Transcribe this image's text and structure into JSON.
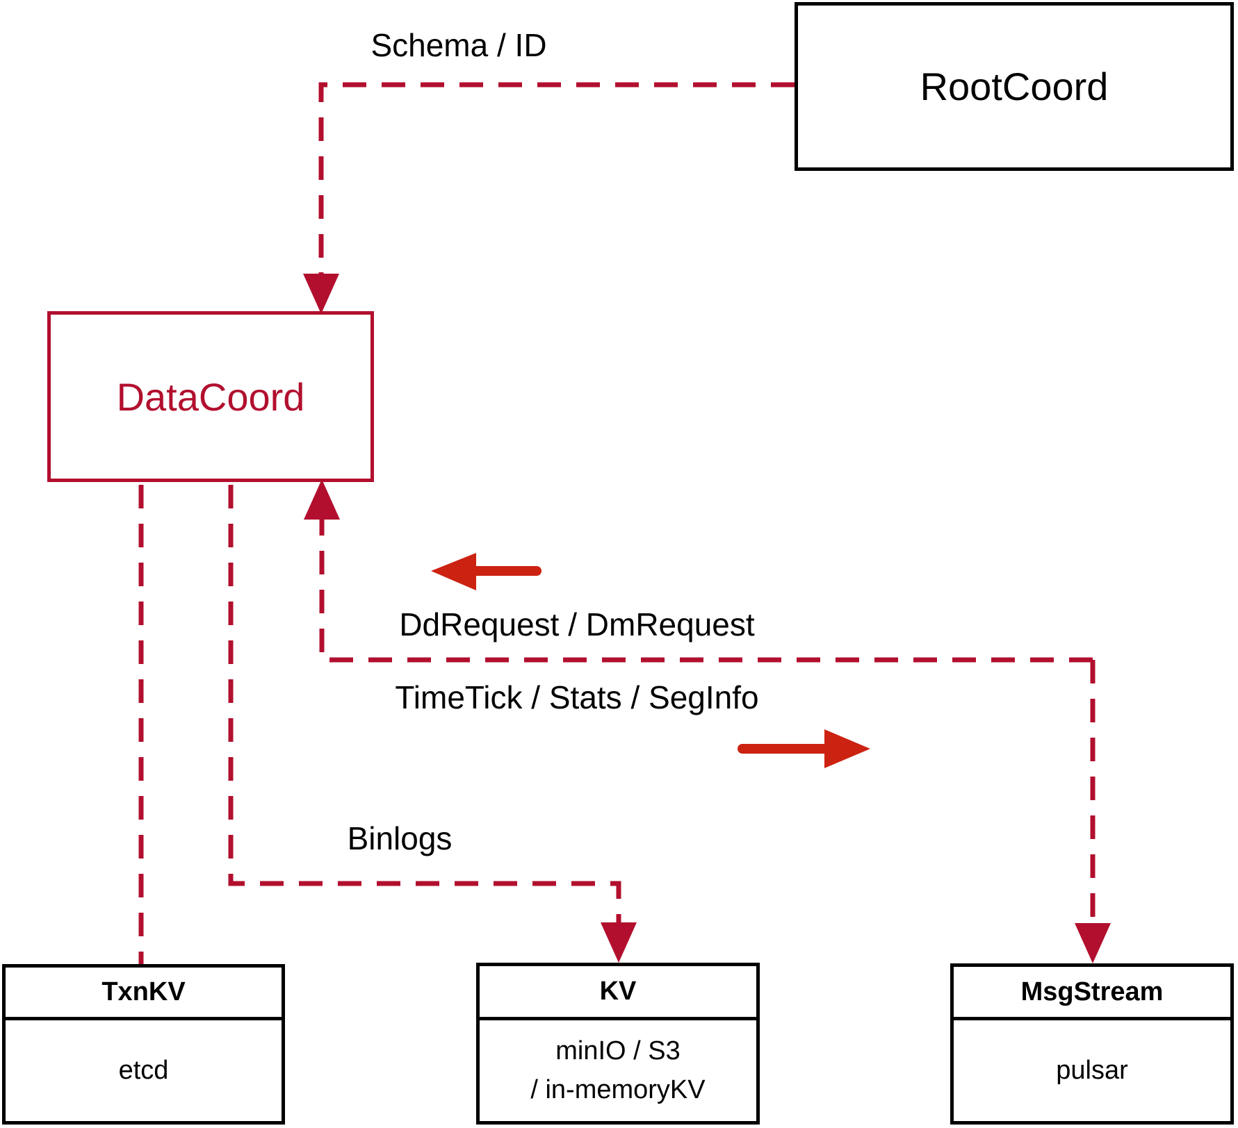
{
  "diagram": {
    "title": "DataCoord component dependency diagram",
    "colors": {
      "accent_red": "#B20F2E",
      "arrow_red": "#CC2211",
      "node_black": "#000000",
      "background": "#FFFFFF"
    },
    "nodes": [
      {
        "id": "rootcoord",
        "label": "RootCoord",
        "style": "black-box"
      },
      {
        "id": "datacoord",
        "label": "DataCoord",
        "style": "red-box"
      },
      {
        "id": "txnkv",
        "label": "TxnKV",
        "detail": "etcd",
        "style": "two-compartment"
      },
      {
        "id": "kv",
        "label": "KV",
        "detail_line1": "minIO / S3",
        "detail_line2": "/ in-memoryKV",
        "style": "two-compartment"
      },
      {
        "id": "msgstream",
        "label": "MsgStream",
        "detail": "pulsar",
        "style": "two-compartment"
      }
    ],
    "edge_labels": {
      "schema": "Schema / ID",
      "ddrequest": "DdRequest / DmRequest",
      "timetick": "TimeTick / Stats / SegInfo",
      "binlogs": "Binlogs"
    },
    "edges": [
      {
        "from": "rootcoord",
        "to": "datacoord",
        "label": "Schema / ID",
        "style": "dashed",
        "arrow": "to-datacoord"
      },
      {
        "from": "datacoord",
        "to": "txnkv",
        "label": "",
        "style": "dashed",
        "arrow": "none"
      },
      {
        "from": "datacoord",
        "to": "kv",
        "label": "Binlogs",
        "style": "dashed",
        "arrow": "to-kv"
      },
      {
        "from": "msgstream",
        "to": "datacoord",
        "label": "DdRequest / DmRequest",
        "style": "dashed",
        "arrow": "to-datacoord"
      },
      {
        "from": "datacoord",
        "to": "msgstream",
        "label": "TimeTick / Stats / SegInfo",
        "style": "dashed",
        "arrow": "to-msgstream"
      }
    ],
    "direction_arrows": [
      {
        "id": "consume-arrow",
        "points": "left",
        "meaning": "DdRequest / DmRequest"
      },
      {
        "id": "produce-arrow",
        "points": "right",
        "meaning": "TimeTick / Stats / SegInfo"
      }
    ]
  }
}
